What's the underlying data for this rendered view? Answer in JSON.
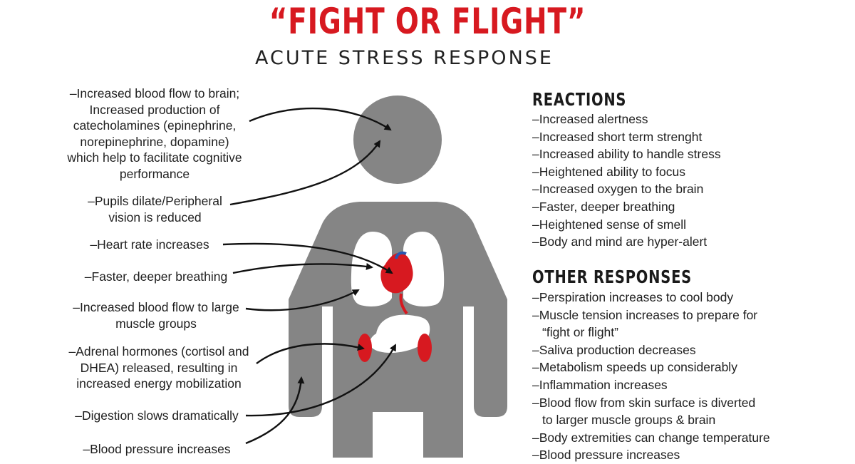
{
  "header": {
    "title": "“FIGHT OR FLIGHT”",
    "subtitle": "ACUTE STRESS RESPONSE"
  },
  "colors": {
    "accent": "#d71920",
    "body": "#858585",
    "organ": "#ffffff",
    "vein": "#2a56b0"
  },
  "left_labels": [
    {
      "lines": [
        "–Increased blood flow to brain;",
        "Increased production of",
        "catecholamines (epinephrine,",
        "norepinephrine, dopamine)",
        "which help to facilitate cognitive",
        "performance"
      ]
    },
    {
      "lines": [
        "–Pupils dilate/Peripheral",
        "vision is reduced"
      ]
    },
    {
      "lines": [
        "–Heart rate increases"
      ]
    },
    {
      "lines": [
        "–Faster, deeper breathing"
      ]
    },
    {
      "lines": [
        "–Increased blood flow to large",
        "muscle groups"
      ]
    },
    {
      "lines": [
        "–Adrenal hormones (cortisol and",
        "DHEA) released, resulting in",
        "increased energy mobilization"
      ]
    },
    {
      "lines": [
        "–Digestion slows dramatically"
      ]
    },
    {
      "lines": [
        "–Blood pressure increases"
      ]
    }
  ],
  "reactions": {
    "heading": "REACTIONS",
    "items": [
      "–Increased alertness",
      "–Increased short term strenght",
      "–Increased ability to handle stress",
      "–Heightened ability to focus",
      "–Increased oxygen to the brain",
      "–Faster, deeper breathing",
      "–Heightened sense of smell",
      "–Body and mind are hyper-alert"
    ]
  },
  "other_responses": {
    "heading": "OTHER RESPONSES",
    "items": [
      "–Perspiration increases to cool body",
      "–Muscle tension increases to prepare for",
      "“fight or flight”",
      "–Saliva production decreases",
      "–Metabolism speeds up considerably",
      "–Inflammation increases",
      "–Blood flow from skin surface is diverted",
      "to larger muscle groups & brain",
      "–Body extremities can change temperature",
      "–Blood pressure increases"
    ]
  }
}
